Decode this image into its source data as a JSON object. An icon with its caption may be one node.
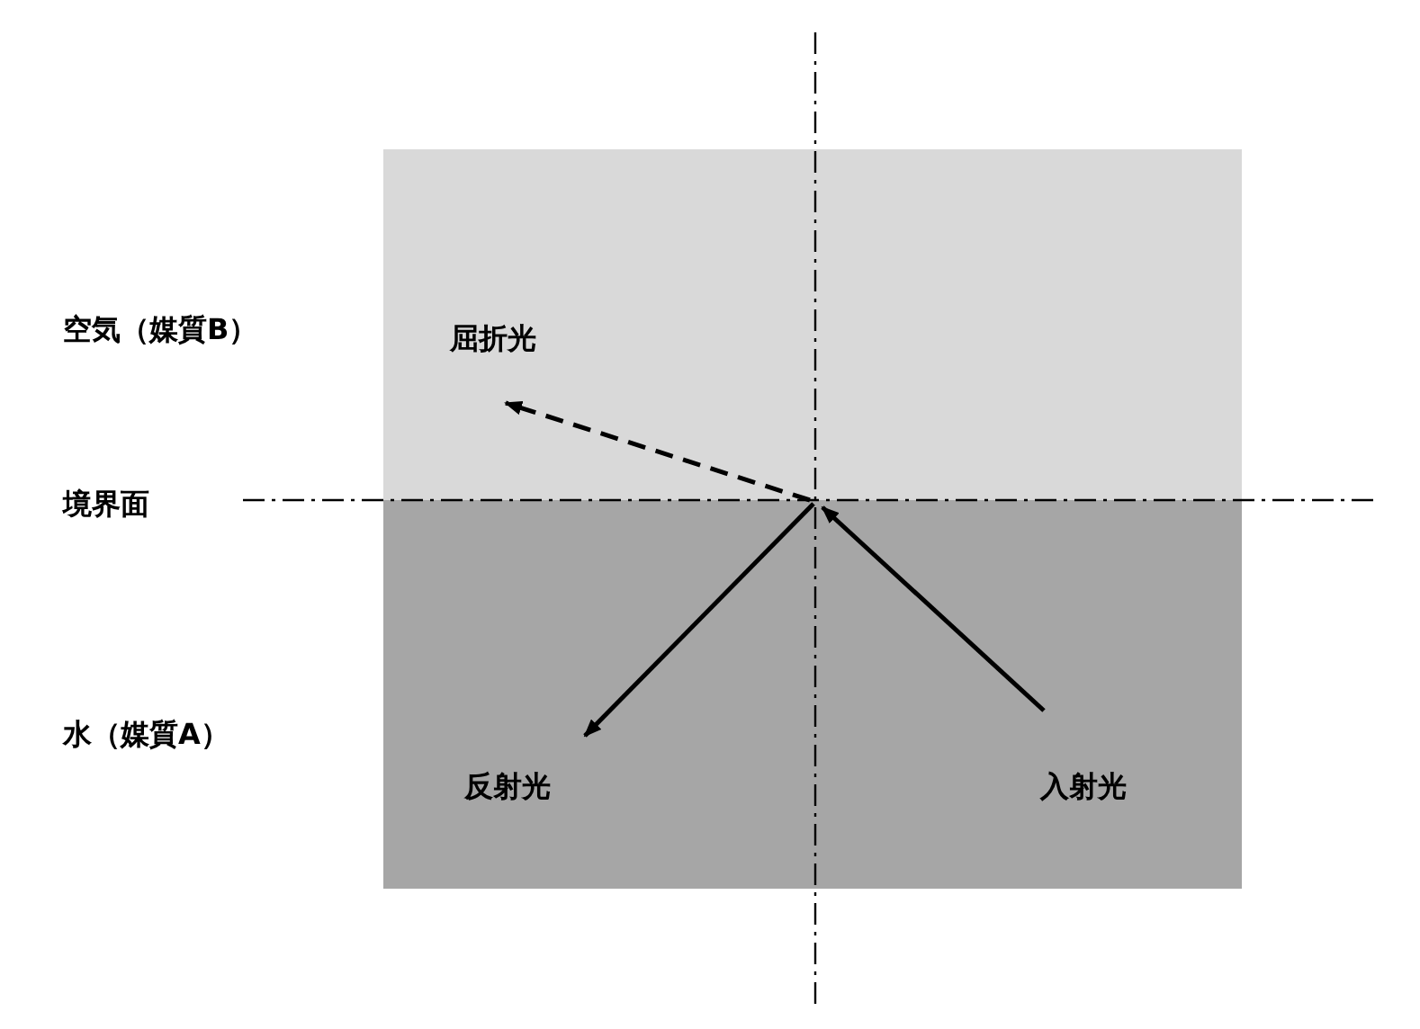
{
  "diagram": {
    "labels": [
      "空気（媒質B）",
      "屈折光",
      "境界面",
      "水（媒質A）",
      "反射光",
      "入射光"
    ]
  }
}
